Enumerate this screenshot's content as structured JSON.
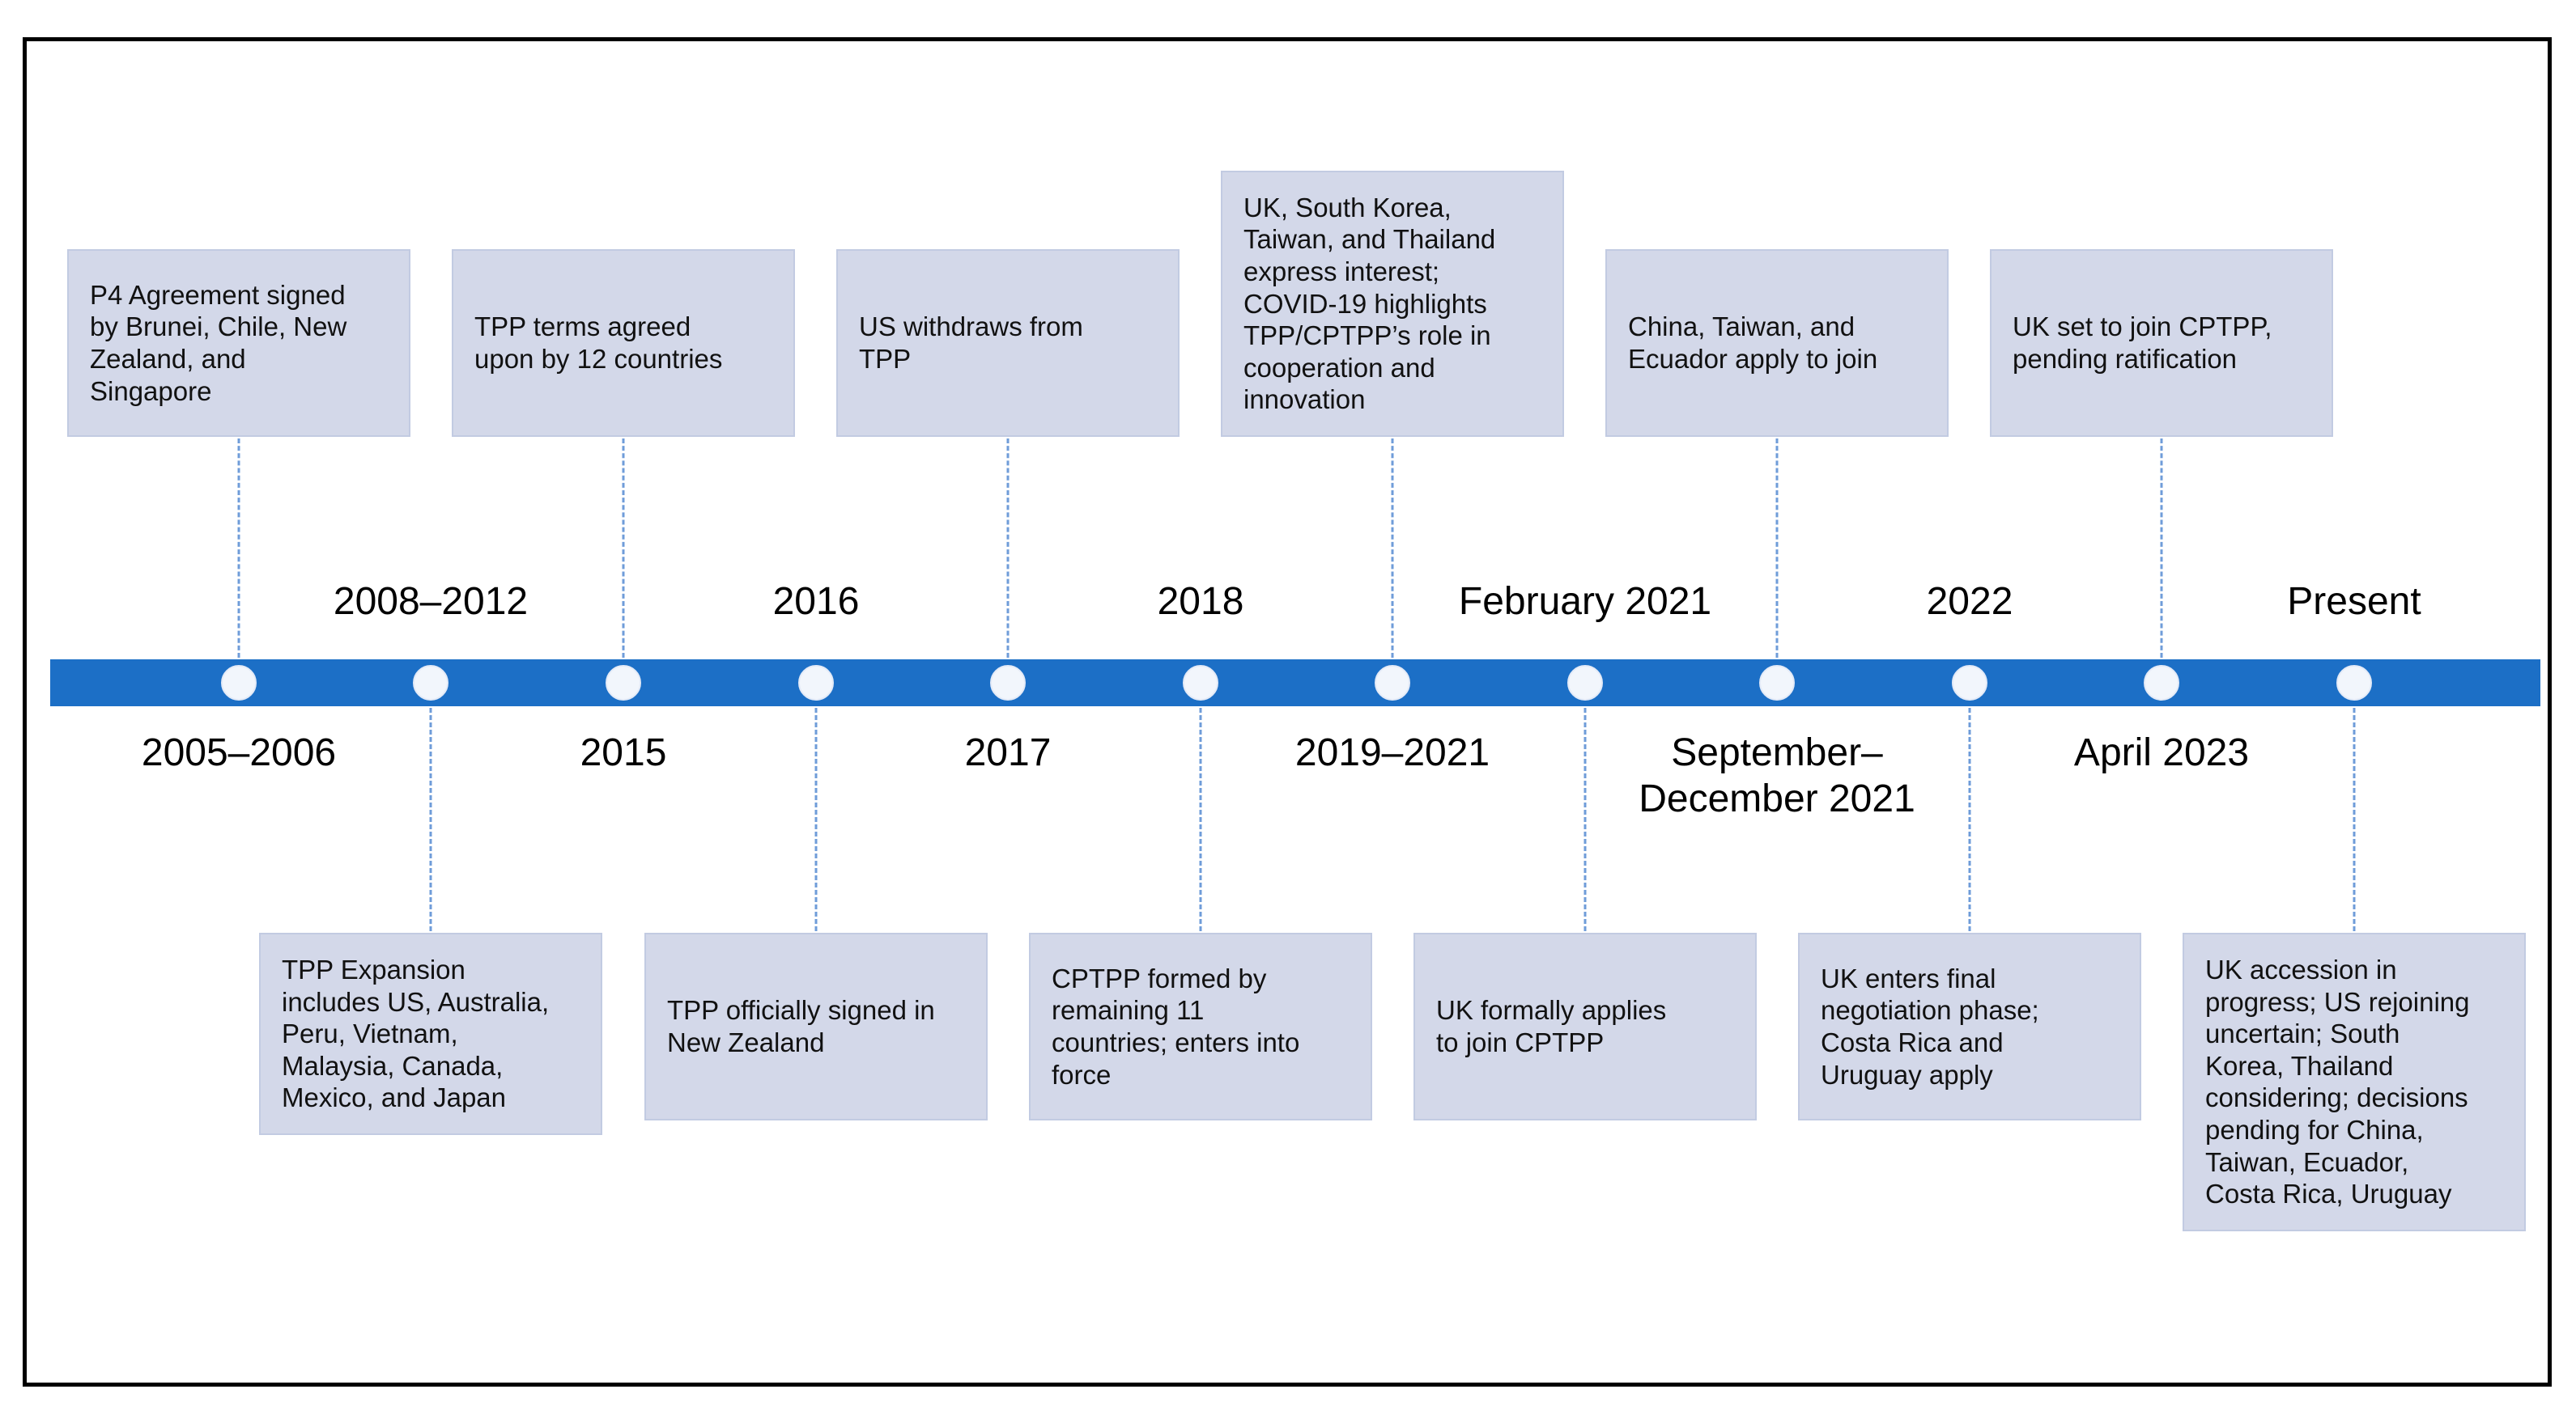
{
  "colors": {
    "bar": "#1c6fc6",
    "box_fill": "#d3d8e9",
    "box_border": "#c2cbe2",
    "connector_dash": "#6f9cd9",
    "dot_fill": "#f2f6fc",
    "frame_border": "#000000",
    "text": "#111111"
  },
  "timeline": {
    "events": [
      {
        "date": "2005–2006",
        "box_position": "above",
        "text": "P4 Agreement signed\nby Brunei, Chile, New\nZealand, and\nSingapore"
      },
      {
        "date": "2008–2012",
        "box_position": "below",
        "text": "TPP Expansion\nincludes US, Australia,\nPeru, Vietnam,\nMalaysia, Canada,\nMexico, and Japan"
      },
      {
        "date": "2015",
        "box_position": "above",
        "text": "TPP terms agreed\nupon by 12 countries"
      },
      {
        "date": "2016",
        "box_position": "below",
        "text": "TPP officially signed in\nNew Zealand"
      },
      {
        "date": "2017",
        "box_position": "above",
        "text": "US withdraws from\nTPP"
      },
      {
        "date": "2018",
        "box_position": "below",
        "text": "CPTPP formed by\nremaining 11\ncountries; enters into\nforce"
      },
      {
        "date": "2019–2021",
        "box_position": "above",
        "text": "UK, South Korea,\nTaiwan, and Thailand\nexpress interest;\nCOVID-19 highlights\nTPP/CPTPP’s role in\ncooperation and\ninnovation"
      },
      {
        "date": "February 2021",
        "box_position": "below",
        "text": "UK formally applies\nto join CPTPP"
      },
      {
        "date": "September–\nDecember 2021",
        "box_position": "above",
        "text": "China, Taiwan, and\nEcuador apply to join"
      },
      {
        "date": "2022",
        "box_position": "below",
        "text": "UK enters final\nnegotiation phase;\nCosta Rica and\nUruguay apply"
      },
      {
        "date": "April 2023",
        "box_position": "above",
        "text": "UK set to join CPTPP,\npending ratification"
      },
      {
        "date": "Present",
        "box_position": "below",
        "text": "UK accession in\nprogress; US rejoining\nuncertain; South\nKorea, Thailand\nconsidering; decisions\npending for China,\nTaiwan, Ecuador,\nCosta Rica, Uruguay"
      }
    ]
  }
}
